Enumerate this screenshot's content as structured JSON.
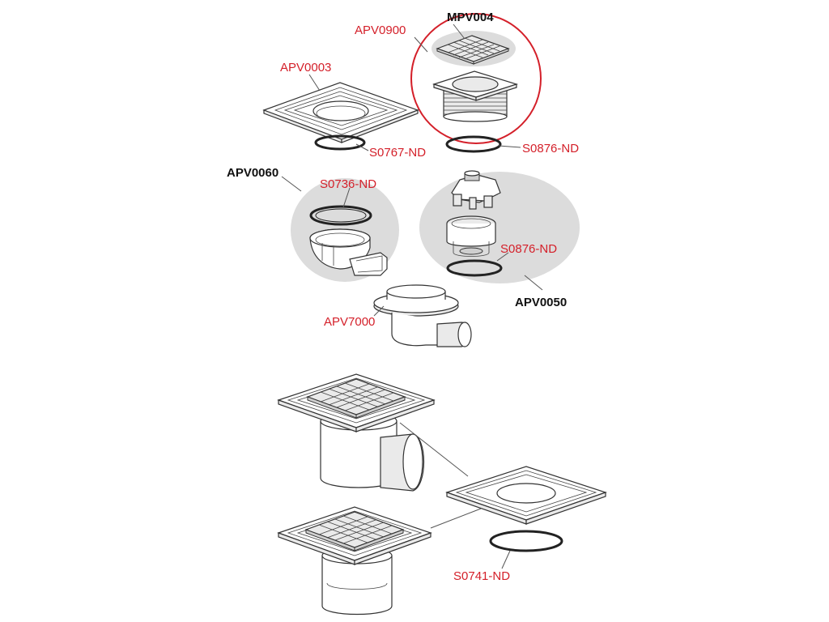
{
  "labels": {
    "mpv004": "MPV004",
    "apv0900": "APV0900",
    "apv0003": "APV0003",
    "s0767": "S0767-ND",
    "s0876_top": "S0876-ND",
    "apv0060": "APV0060",
    "s0736": "S0736-ND",
    "s0876_mid": "S0876-ND",
    "apv0050": "APV0050",
    "apv7000": "APV7000",
    "s0741": "S0741-ND"
  },
  "colors": {
    "red_label": "#d4202a",
    "black_label": "#111111",
    "highlight_circle": "#d4202a",
    "bubble": "#dcdcdc"
  }
}
